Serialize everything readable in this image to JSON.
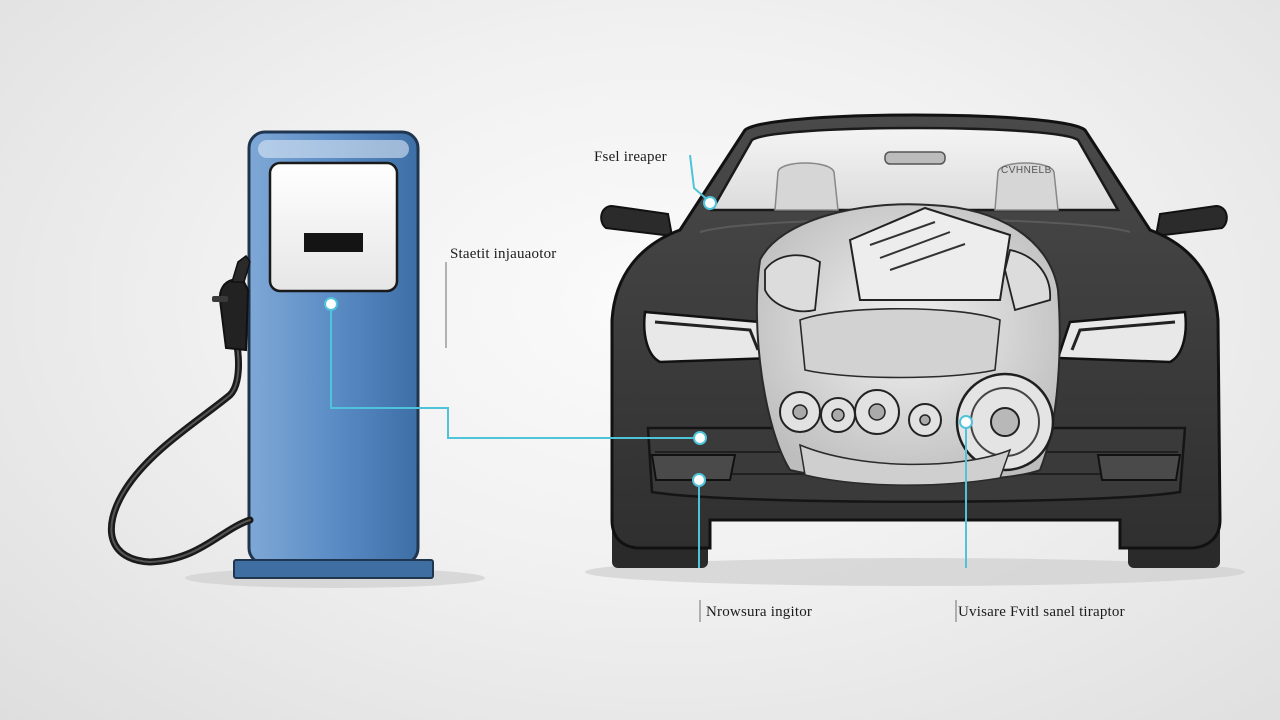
{
  "labels": {
    "fuel_injector": "Fsel ireaper",
    "static_injector": "Staetit injauaotor",
    "moisture_ignitor": "Nrowsura ingitor",
    "visual_sensor": "Uvisare Fvitl sanel tiraptor"
  },
  "car_badge": "CVHNELB",
  "colors": {
    "background": "#efefef",
    "pump_body": "#5b8cc5",
    "pump_base": "#3f6ea3",
    "car_body": "#3c3c3c",
    "connector_line": "#4fc3d9",
    "outline": "#1a1a1a"
  },
  "icons": {
    "pump": "fuel-pump-icon",
    "nozzle": "fuel-nozzle-icon",
    "car": "car-front-icon",
    "engine": "engine-icon"
  }
}
